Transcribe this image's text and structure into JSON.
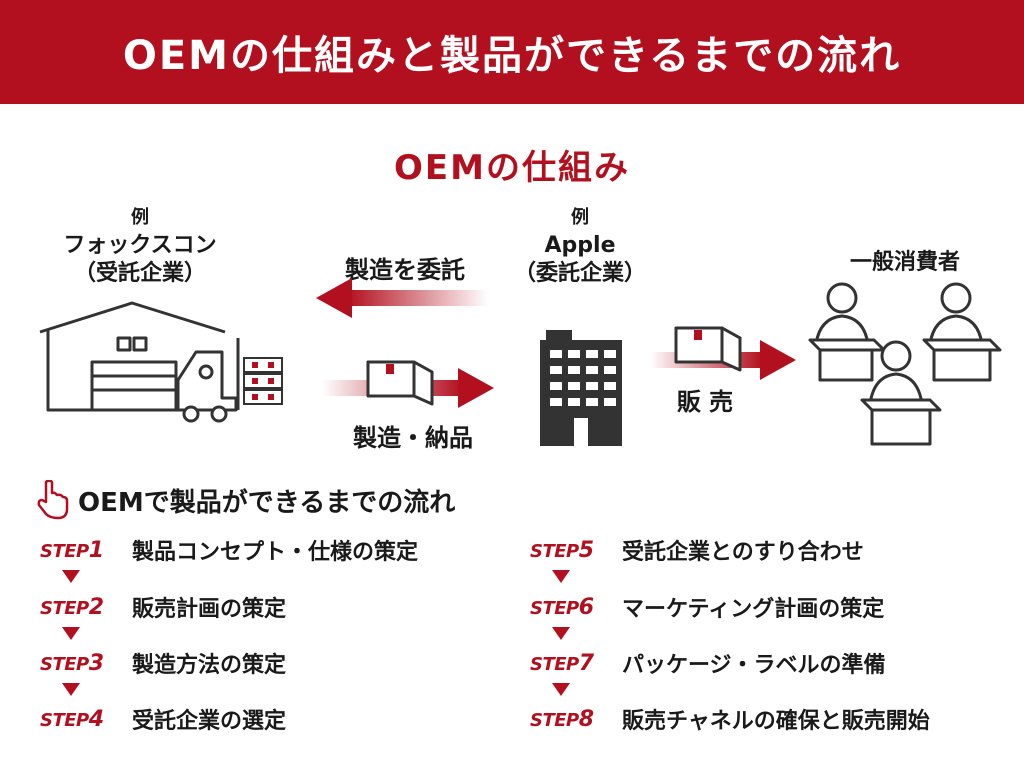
{
  "banner": {
    "title": "OEMの仕組みと製品ができるまでの流れ"
  },
  "section_title": "OEMの仕組み",
  "actors": {
    "contractor": {
      "ex": "例",
      "name": "フォックスコン",
      "role": "（受託企業）"
    },
    "client": {
      "ex": "例",
      "name": "Apple",
      "role": "（委託企業）"
    },
    "consumer": {
      "name": "一般消費者"
    }
  },
  "arrows": {
    "commission": "製造を委託",
    "deliver": "製造・納品",
    "sell": "販 売"
  },
  "flow": {
    "heading": "OEMで製品ができるまでの流れ",
    "steps": [
      {
        "tag": "STEP",
        "num": "1",
        "text": "製品コンセプト・仕様の策定"
      },
      {
        "tag": "STEP",
        "num": "2",
        "text": "販売計画の策定"
      },
      {
        "tag": "STEP",
        "num": "3",
        "text": "製造方法の策定"
      },
      {
        "tag": "STEP",
        "num": "4",
        "text": "受託企業の選定"
      },
      {
        "tag": "STEP",
        "num": "5",
        "text": "受託企業とのすり合わせ"
      },
      {
        "tag": "STEP",
        "num": "6",
        "text": "マーケティング計画の策定"
      },
      {
        "tag": "STEP",
        "num": "7",
        "text": "パッケージ・ラベルの準備"
      },
      {
        "tag": "STEP",
        "num": "8",
        "text": "販売チャネルの確保と販売開始"
      }
    ]
  },
  "colors": {
    "accent": "#b3101f",
    "ink": "#333333",
    "white": "#ffffff"
  },
  "icons": [
    "factory-icon",
    "forklift-icon",
    "box-icon",
    "building-icon",
    "consumer-icon",
    "hand-pointer-icon",
    "arrow-left-icon",
    "arrow-right-icon",
    "down-triangle-icon"
  ]
}
